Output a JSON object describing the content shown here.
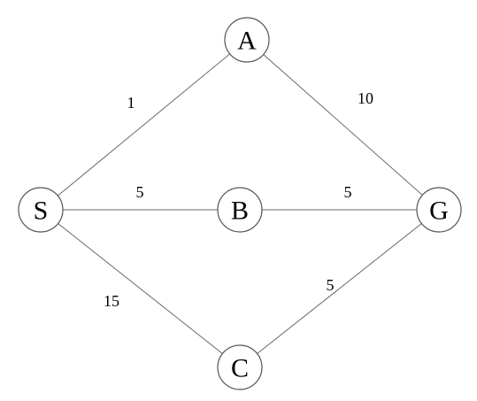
{
  "nodes": [
    {
      "id": "S",
      "label": "S"
    },
    {
      "id": "A",
      "label": "A"
    },
    {
      "id": "B",
      "label": "B"
    },
    {
      "id": "C",
      "label": "C"
    },
    {
      "id": "G",
      "label": "G"
    }
  ],
  "edges": [
    {
      "from": "S",
      "to": "A",
      "weight": "1"
    },
    {
      "from": "A",
      "to": "G",
      "weight": "10"
    },
    {
      "from": "S",
      "to": "B",
      "weight": "5"
    },
    {
      "from": "B",
      "to": "G",
      "weight": "5"
    },
    {
      "from": "S",
      "to": "C",
      "weight": "15"
    },
    {
      "from": "C",
      "to": "G",
      "weight": "5"
    }
  ],
  "colors": {
    "edge": "#6a6a6a",
    "node_stroke": "#555555",
    "text": "#000000",
    "background": "#ffffff"
  }
}
